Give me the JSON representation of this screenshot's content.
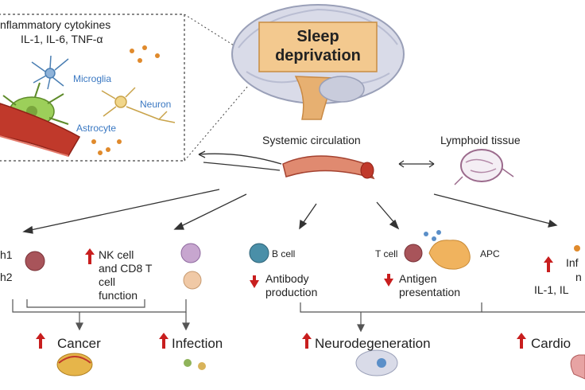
{
  "cytokine_box": {
    "line1": "nflammatory cytokines",
    "line2": "IL-1, IL-6, TNF-α",
    "microglia": "Microglia",
    "neuron": "Neuron",
    "astrocyte": "Astrocyte"
  },
  "brain": {
    "title_line1": "Sleep",
    "title_line2": "deprivation"
  },
  "circulation": {
    "systemic": "Systemic circulation",
    "lymphoid": "Lymphoid tissue"
  },
  "cells": {
    "th_line1": "h1",
    "th_line2": "h2",
    "nk_line1": "NK cell",
    "nk_line2": "and CD8 T",
    "nk_line3": "cell",
    "nk_line4": "function",
    "b_cell": "B cell",
    "antibody_line1": "Antibody",
    "antibody_line2": "production",
    "t_cell": "T cell",
    "apc": "APC",
    "antigen_line1": "Antigen",
    "antigen_line2": "presentation",
    "infl_line1": "Inf",
    "infl_line2": "n",
    "infl_line3": "IL-1, IL"
  },
  "diseases": {
    "cancer": "Cancer",
    "infection": "Infection",
    "neuro": "Neurodegeneration",
    "cardio": "Cardio"
  },
  "colors": {
    "arrow_red": "#c81e1e",
    "brain": "#d7d9e6",
    "vessel": "#c0392b",
    "box_fill": "#f3c98f"
  }
}
